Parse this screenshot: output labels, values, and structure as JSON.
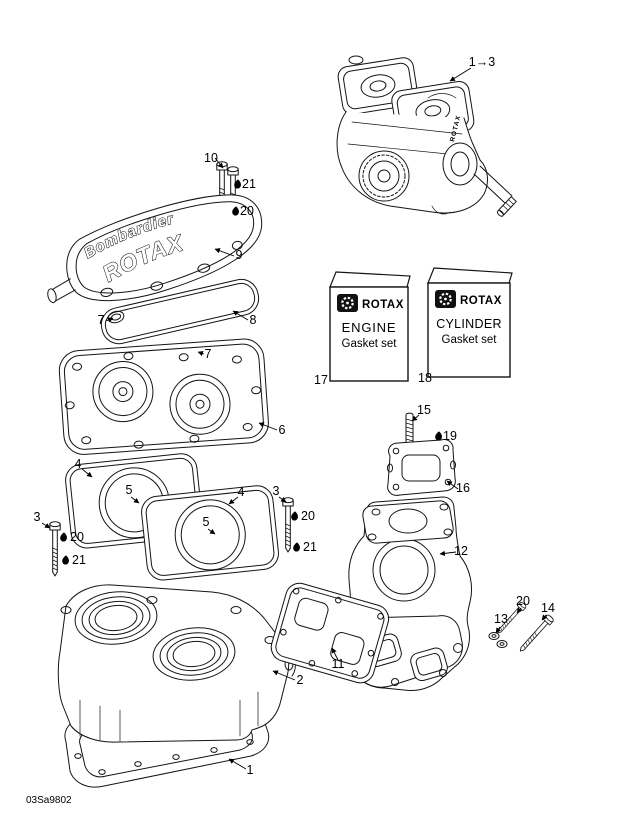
{
  "drawing": {
    "number": "03Sa9802"
  },
  "engine_assembly": {
    "brand": "ROTAX"
  },
  "head_cover": {
    "brand_line1": "Bombardier",
    "brand_line2": "ROTAX"
  },
  "gasket_boxes": [
    {
      "logo": "ROTAX",
      "title": "ENGINE",
      "subtitle": "Gasket set"
    },
    {
      "logo": "ROTAX",
      "title": "CYLINDER",
      "subtitle": "Gasket set"
    }
  ],
  "callouts": [
    "10",
    "21",
    "20",
    "9",
    "7",
    "8",
    "7",
    "6",
    "4",
    "5",
    "4",
    "5",
    "3",
    "20",
    "21",
    "3",
    "20",
    "21",
    "2",
    "1",
    "1→3",
    "17",
    "18",
    "15",
    "19",
    "16",
    "12",
    "11",
    "13",
    "20",
    "14"
  ]
}
